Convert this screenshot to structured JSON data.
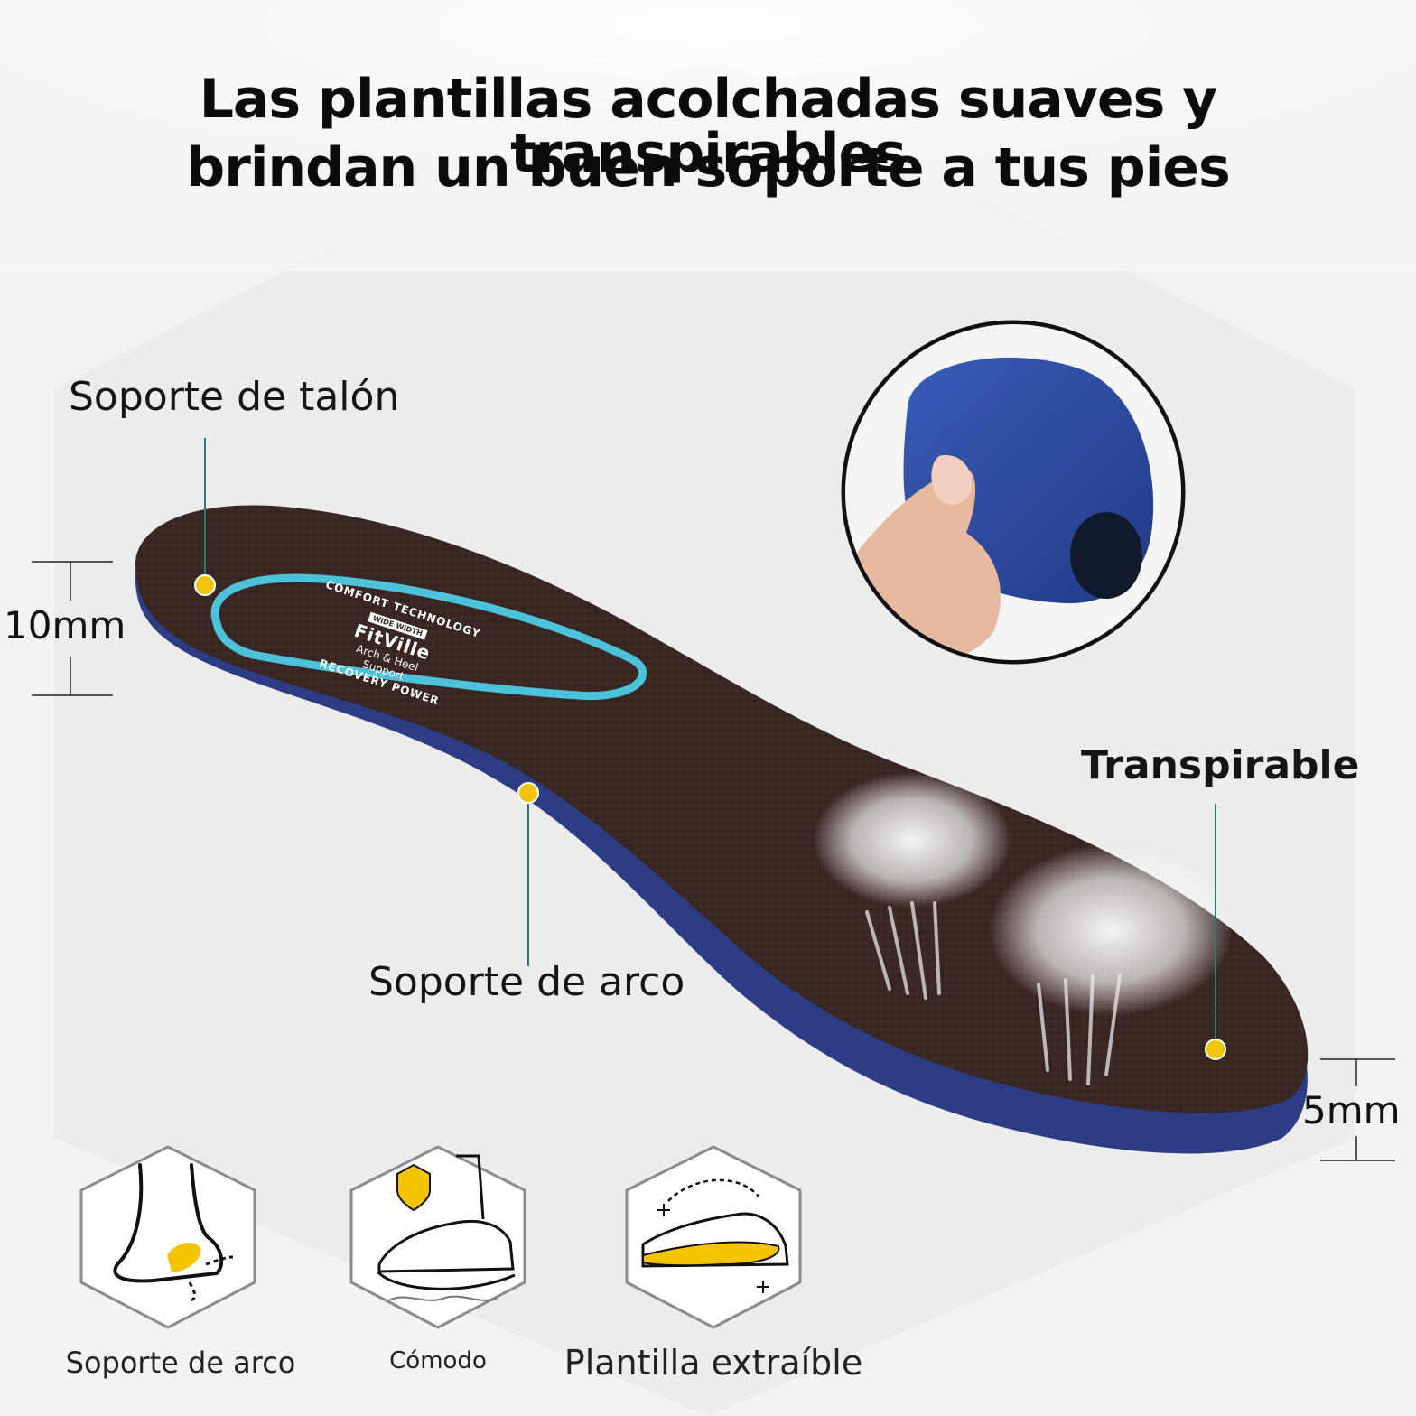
{
  "headline": {
    "line1": "Las plantillas acolchadas suaves y transpirables",
    "line2": "brindan un buen soporte a tus pies"
  },
  "callouts": {
    "heel_support": "Soporte de talón",
    "arch_support": "Soporte de arco",
    "breathable": "Transpirable"
  },
  "dimensions": {
    "heel_thickness": "10mm",
    "toe_thickness": "5mm"
  },
  "insole_logo": {
    "arc_top": "COMFORT TECHNOLOGY",
    "badge": "WIDE WIDTH",
    "brand": "FitVille",
    "sub1": "Arch & Heel",
    "sub2": "Support",
    "arc_bottom": "RECOVERY POWER"
  },
  "features": [
    {
      "label": "Soporte de arco",
      "icon": "heel-arch-icon"
    },
    {
      "label": "Cómodo",
      "icon": "sneaker-cushion-icon"
    },
    {
      "label": "Plantilla extraíble",
      "icon": "removable-insole-icon"
    }
  ],
  "colors": {
    "insole_top": "#3a2622",
    "insole_base": "#2c3d86",
    "heel_glow": "#4fd3ee",
    "marker": "#f1c40f",
    "foam": "#2b4a9c",
    "icon_accent": "#f4c400"
  }
}
